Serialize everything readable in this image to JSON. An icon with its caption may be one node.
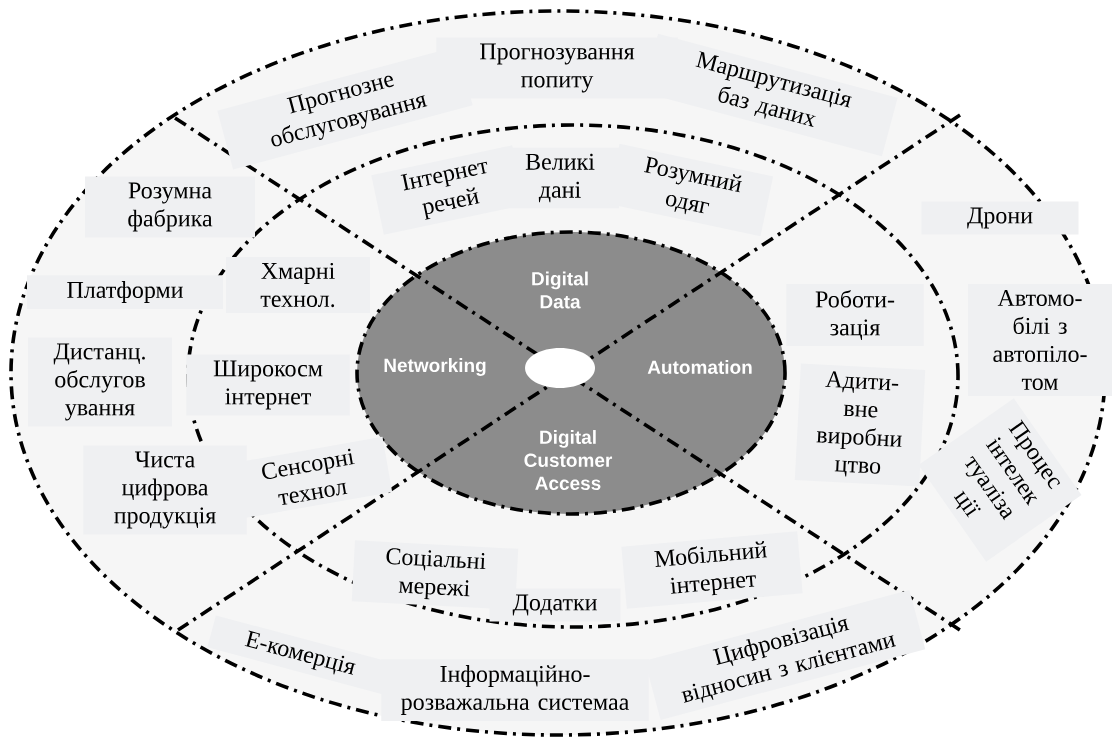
{
  "diagram": {
    "nodes": [
      {
        "text": [],
        "shape": "ellipse"
      },
      {
        "text": [],
        "shape": "ellipse",
        "in": 0
      },
      {
        "text": [
          "Digital Data",
          "Networking",
          "Automation",
          "Digital Customer Access"
        ],
        "in": 1
      },
      {
        "text": [],
        "shape": "ellipse",
        "in": 2
      },
      {
        "text": [
          "Прогнозне обслуговування"
        ],
        "in": 0
      },
      {
        "text": [
          "Прогнозування попиту"
        ],
        "in": 0
      },
      {
        "text": [
          "Маршрутизація баз даних"
        ],
        "in": 0
      },
      {
        "text": [
          "Розумна фабрика"
        ],
        "in": 0
      },
      {
        "text": [
          "Інтернет речей"
        ],
        "in": 1
      },
      {
        "text": [
          "Великі дані"
        ],
        "in": 1
      },
      {
        "text": [
          "Розумний одяг"
        ],
        "in": 1
      },
      {
        "text": [
          "Дрони"
        ],
        "in": 0
      },
      {
        "text": [
          "Хмарні технол."
        ],
        "in": 1
      },
      {
        "text": [
          "Платформи"
        ],
        "in": 0
      },
      {
        "text": [
          "Роботи- зація"
        ],
        "in": 1
      },
      {
        "text": [
          "Автомо- білі з автопіло- том"
        ],
        "in": 0
      },
      {
        "text": [
          "Дистанц. обслугов ування"
        ],
        "in": 0
      },
      {
        "text": [
          "Широкосм інтернет"
        ],
        "in": 1
      },
      {
        "text": [
          "Адити- вне виробни цтво"
        ],
        "in": 1
      },
      {
        "text": [
          "Сенсорні технол"
        ],
        "in": 1
      },
      {
        "text": [
          "Процес інтелек туаліза ції"
        ],
        "in": 0
      },
      {
        "text": [
          "Чиста цифрова продукція"
        ],
        "in": 0
      },
      {
        "text": [
          "Соціальні мережі"
        ],
        "in": 1
      },
      {
        "text": [
          "Мобільний інтернет"
        ],
        "in": 1
      },
      {
        "text": [
          "Додатки"
        ],
        "in": 1
      },
      {
        "text": [
          "Е-комерція"
        ],
        "in": 0
      },
      {
        "text": [
          "Інформаційно- розважальна системаа"
        ],
        "in": 0
      },
      {
        "text": [
          "Цифровізація відносин з клієнтами"
        ],
        "in": 0
      }
    ]
  }
}
